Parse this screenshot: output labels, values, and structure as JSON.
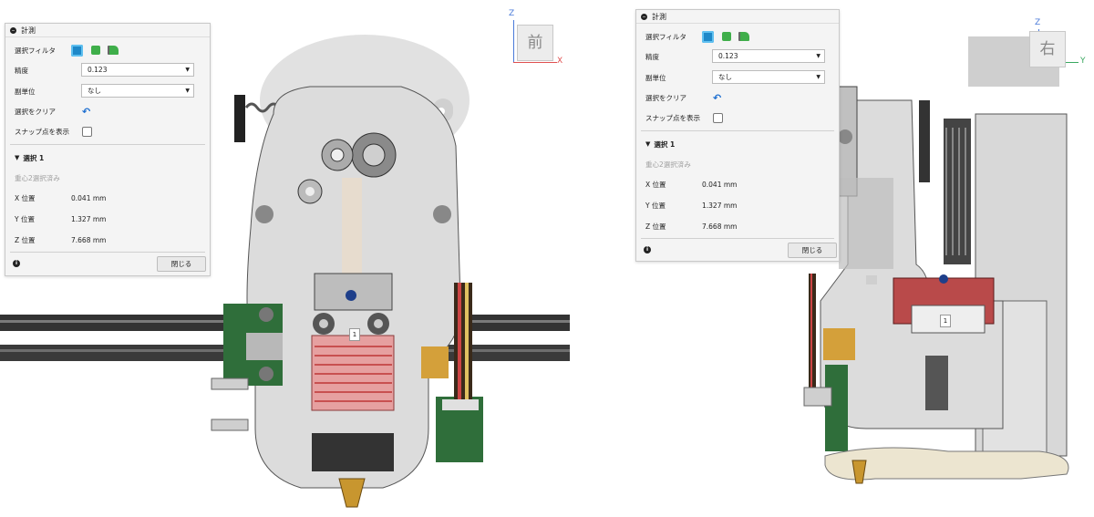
{
  "left_view": {
    "panel": {
      "title": "計測",
      "filter_label": "選択フィルタ",
      "precision_label": "精度",
      "precision_value": "0.123",
      "secondary_unit_label": "副単位",
      "secondary_unit_value": "なし",
      "clear_selection_label": "選択をクリア",
      "show_snap_label": "スナップ点を表示",
      "selection_header": "選択 1",
      "selection_subtitle": "重心2選択済み",
      "x_label": "X 位置",
      "x_value": "0.041 mm",
      "y_label": "Y 位置",
      "y_value": "1.327 mm",
      "z_label": "Z 位置",
      "z_value": "7.668 mm",
      "close_label": "閉じる"
    },
    "viewcube": {
      "face": "前",
      "z_axis": "Z",
      "x_axis": "X"
    },
    "marker_label": "1"
  },
  "right_view": {
    "panel": {
      "title": "計測",
      "filter_label": "選択フィルタ",
      "precision_label": "精度",
      "precision_value": "0.123",
      "secondary_unit_label": "副単位",
      "secondary_unit_value": "なし",
      "clear_selection_label": "選択をクリア",
      "show_snap_label": "スナップ点を表示",
      "selection_header": "選択 1",
      "selection_subtitle": "重心2選択済み",
      "x_label": "X 位置",
      "x_value": "0.041 mm",
      "y_label": "Y 位置",
      "y_value": "1.327 mm",
      "z_label": "Z 位置",
      "z_value": "7.668 mm",
      "close_label": "閉じる"
    },
    "viewcube": {
      "face": "右",
      "z_axis": "Z",
      "y_axis": "Y"
    },
    "marker_label": "1"
  },
  "colors": {
    "accent_blue": "#1e88c8",
    "panel_bg": "#f4f4f4",
    "model_gray": "#c8c8c8",
    "heater_red": "#e07070",
    "pcb_green": "#2f6e3a",
    "rail_dark": "#3a3a3a"
  }
}
